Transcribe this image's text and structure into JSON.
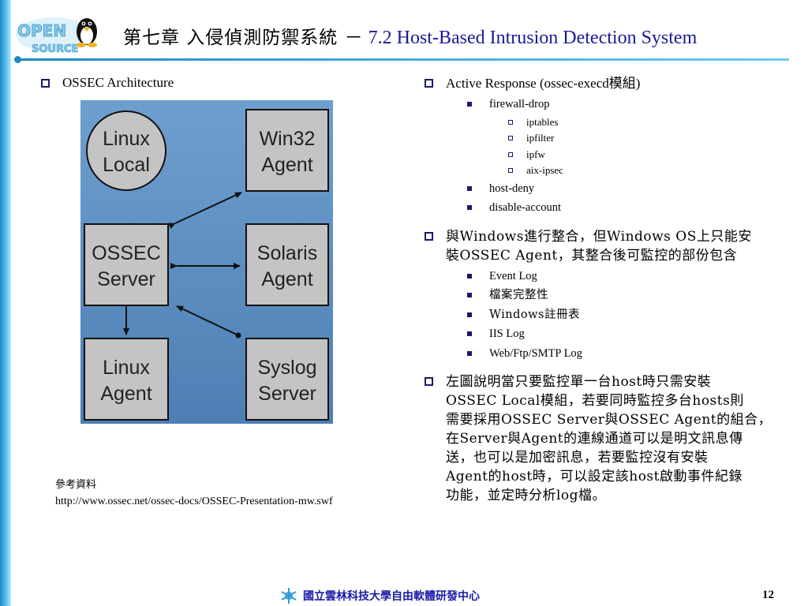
{
  "header": {
    "title_zh": "第七章 入侵偵測防禦系統 －",
    "title_en": " 7.2 Host-Based Intrusion Detection System",
    "logo_text": "OPEN SOURCE"
  },
  "left": {
    "heading": "OSSEC Architecture",
    "diagram": {
      "linux_local": [
        "Linux",
        "Local"
      ],
      "win32_agent": [
        "Win32",
        "Agent"
      ],
      "ossec_server": [
        "OSSEC",
        "Server"
      ],
      "solaris_agent": [
        "Solaris",
        "Agent"
      ],
      "linux_agent": [
        "Linux",
        "Agent"
      ],
      "syslog_server": [
        "Syslog",
        "Server"
      ]
    },
    "reference_title": "參考資料",
    "reference_url": "http://www.ossec.net/ossec-docs/OSSEC-Presentation-mw.swf"
  },
  "right": {
    "active_response": {
      "label": "Active Response (ossec-execd模組)",
      "firewall_drop": {
        "label": "firewall-drop",
        "items": [
          "iptables",
          "ipfilter",
          "ipfw",
          "aix-ipsec"
        ]
      },
      "host_deny": "host-deny",
      "disable_account": "disable-account"
    },
    "windows_integration": {
      "line1": "與Windows進行整合，但Windows  OS上只能安",
      "line2": "裝OSSEC Agent，其整合後可監控的部份包含",
      "items": [
        "Event Log",
        "檔案完整性",
        "Windows註冊表",
        "IIS Log",
        "Web/Ftp/SMTP Log"
      ]
    },
    "explanation": {
      "lines": [
        "左圖說明當只要監控單一台host時只需安裝",
        "OSSEC  Local模組，若要同時監控多台hosts則",
        "需要採用OSSEC  Server與OSSEC  Agent的組合，",
        "在Server與Agent的連線通道可以是明文訊息傳",
        "送，也可以是加密訊息，若要監控沒有安裝",
        "Agent的host時，可以設定該host啟動事件紀錄",
        "功能，並定時分析log檔。"
      ]
    }
  },
  "footer": {
    "school": "國立雲林科技大學",
    "center": " 自由軟體研發中心",
    "page_number": "12"
  },
  "colors": {
    "accent_blue": "#1e88c8",
    "title_en": "#1a1a9a",
    "footer_text": "#1a1aa8",
    "diagram_bg": "#5e8fc2",
    "node_fill": "#c4c4c4"
  }
}
